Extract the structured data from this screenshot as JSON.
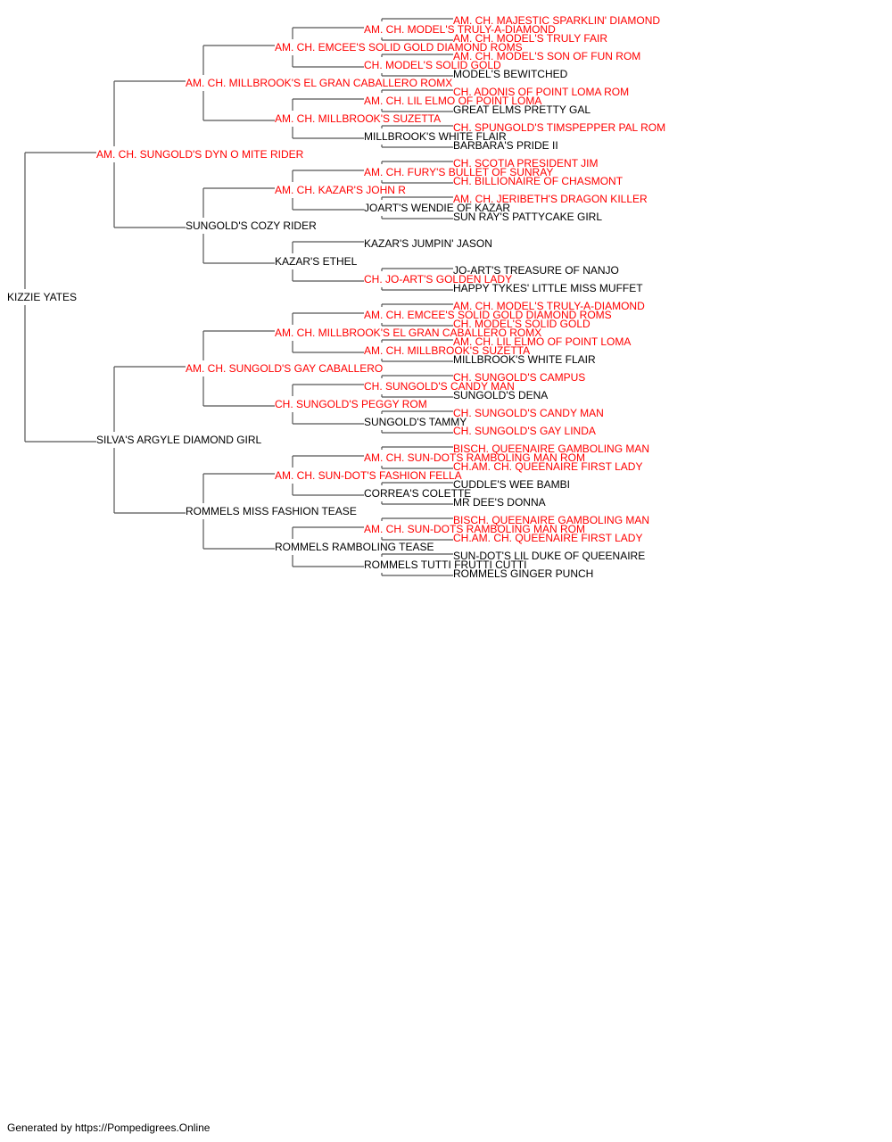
{
  "colors": {
    "champion": "#ff0000",
    "regular": "#000000",
    "line": "#555555"
  },
  "footer": "Generated by https://Pompedigrees.Online",
  "pedigree": {
    "name": "KIZZIE YATES",
    "champion": false,
    "sire": {
      "name": "AM. CH. SUNGOLD'S DYN O MITE RIDER",
      "champion": true,
      "sire": {
        "name": "AM. CH. MILLBROOK'S EL GRAN CABALLERO ROMX",
        "champion": true,
        "sire": {
          "name": "AM. CH. EMCEE'S SOLID GOLD DIAMOND ROMS",
          "champion": true,
          "sire": {
            "name": "AM. CH. MODEL'S TRULY-A-DIAMOND",
            "champion": true,
            "sire": {
              "name": "AM. CH. MAJESTIC SPARKLIN' DIAMOND",
              "champion": true
            },
            "dam": {
              "name": "AM. CH. MODEL'S TRULY FAIR",
              "champion": true
            }
          },
          "dam": {
            "name": "CH. MODEL'S SOLID GOLD",
            "champion": true,
            "sire": {
              "name": "AM. CH. MODEL'S SON OF FUN ROM",
              "champion": true
            },
            "dam": {
              "name": "MODEL'S BEWITCHED",
              "champion": false
            }
          }
        },
        "dam": {
          "name": "AM. CH. MILLBROOK'S SUZETTA",
          "champion": true,
          "sire": {
            "name": "AM. CH. LIL ELMO OF POINT LOMA",
            "champion": true,
            "sire": {
              "name": "CH. ADONIS OF POINT LOMA ROM",
              "champion": true
            },
            "dam": {
              "name": "GREAT ELMS PRETTY GAL",
              "champion": false
            }
          },
          "dam": {
            "name": "MILLBROOK'S WHITE FLAIR",
            "champion": false,
            "sire": {
              "name": "CH. SPUNGOLD'S TIMSPEPPER PAL ROM",
              "champion": true
            },
            "dam": {
              "name": "BARBARA'S PRIDE II",
              "champion": false
            }
          }
        }
      },
      "dam": {
        "name": "SUNGOLD'S COZY RIDER",
        "champion": false,
        "sire": {
          "name": "AM. CH. KAZAR'S JOHN R",
          "champion": true,
          "sire": {
            "name": "AM. CH. FURY'S BULLET OF SUNRAY",
            "champion": true,
            "sire": {
              "name": "CH. SCOTIA PRESIDENT JIM",
              "champion": true
            },
            "dam": {
              "name": "CH. BILLIONAIRE OF CHASMONT",
              "champion": true
            }
          },
          "dam": {
            "name": "JOART'S WENDIE OF KAZAR",
            "champion": false,
            "sire": {
              "name": "AM. CH. JERIBETH'S DRAGON KILLER",
              "champion": true
            },
            "dam": {
              "name": "SUN RAY'S PATTYCAKE GIRL",
              "champion": false
            }
          }
        },
        "dam": {
          "name": "KAZAR'S ETHEL",
          "champion": false,
          "sire": {
            "name": "KAZAR'S JUMPIN' JASON",
            "champion": false
          },
          "dam": {
            "name": "CH. JO-ART'S GOLDEN LADY",
            "champion": true,
            "sire": {
              "name": "JO-ART'S TREASURE OF NANJO",
              "champion": false
            },
            "dam": {
              "name": "HAPPY TYKES' LITTLE MISS MUFFET",
              "champion": false
            }
          }
        }
      }
    },
    "dam": {
      "name": "SILVA'S ARGYLE DIAMOND GIRL",
      "champion": false,
      "sire": {
        "name": "AM. CH. SUNGOLD'S GAY CABALLERO",
        "champion": true,
        "sire": {
          "name": "AM. CH. MILLBROOK'S EL GRAN CABALLERO ROMX",
          "champion": true,
          "sire": {
            "name": "AM. CH. EMCEE'S SOLID GOLD DIAMOND ROMS",
            "champion": true,
            "sire": {
              "name": "AM. CH. MODEL'S TRULY-A-DIAMOND",
              "champion": true
            },
            "dam": {
              "name": "CH. MODEL'S SOLID GOLD",
              "champion": true
            }
          },
          "dam": {
            "name": "AM. CH. MILLBROOK'S SUZETTA",
            "champion": true,
            "sire": {
              "name": "AM. CH. LIL ELMO OF POINT LOMA",
              "champion": true
            },
            "dam": {
              "name": "MILLBROOK'S WHITE FLAIR",
              "champion": false
            }
          }
        },
        "dam": {
          "name": "CH. SUNGOLD'S PEGGY ROM",
          "champion": true,
          "sire": {
            "name": "CH. SUNGOLD'S CANDY MAN",
            "champion": true,
            "sire": {
              "name": "CH. SUNGOLD'S CAMPUS",
              "champion": true
            },
            "dam": {
              "name": "SUNGOLD'S DENA",
              "champion": false
            }
          },
          "dam": {
            "name": "SUNGOLD'S TAMMY",
            "champion": false,
            "sire": {
              "name": "CH. SUNGOLD'S CANDY MAN",
              "champion": true
            },
            "dam": {
              "name": "CH. SUNGOLD'S GAY LINDA",
              "champion": true
            }
          }
        }
      },
      "dam": {
        "name": "ROMMELS MISS FASHION TEASE",
        "champion": false,
        "sire": {
          "name": "AM. CH. SUN-DOT'S FASHION FELLA",
          "champion": true,
          "sire": {
            "name": "AM. CH. SUN-DOTS RAMBOLING MAN ROM",
            "champion": true,
            "sire": {
              "name": "BISCH. QUEENAIRE GAMBOLING MAN",
              "champion": true
            },
            "dam": {
              "name": "CH.AM. CH. QUEENAIRE FIRST LADY",
              "champion": true
            }
          },
          "dam": {
            "name": "CORREA'S COLETTE",
            "champion": false,
            "sire": {
              "name": "CUDDLE'S WEE BAMBI",
              "champion": false
            },
            "dam": {
              "name": "MR DEE'S DONNA",
              "champion": false
            }
          }
        },
        "dam": {
          "name": "ROMMELS RAMBOLING TEASE",
          "champion": false,
          "sire": {
            "name": "AM. CH. SUN-DOTS RAMBOLING MAN ROM",
            "champion": true,
            "sire": {
              "name": "BISCH. QUEENAIRE GAMBOLING MAN",
              "champion": true
            },
            "dam": {
              "name": "CH.AM. CH. QUEENAIRE FIRST LADY",
              "champion": true
            }
          },
          "dam": {
            "name": "ROMMELS TUTTI FRUTTI CUTTI",
            "champion": false,
            "sire": {
              "name": "SUN-DOT'S LIL DUKE OF QUEENAIRE",
              "champion": false
            },
            "dam": {
              "name": "ROMMELS GINGER PUNCH",
              "champion": false
            }
          }
        }
      }
    }
  }
}
